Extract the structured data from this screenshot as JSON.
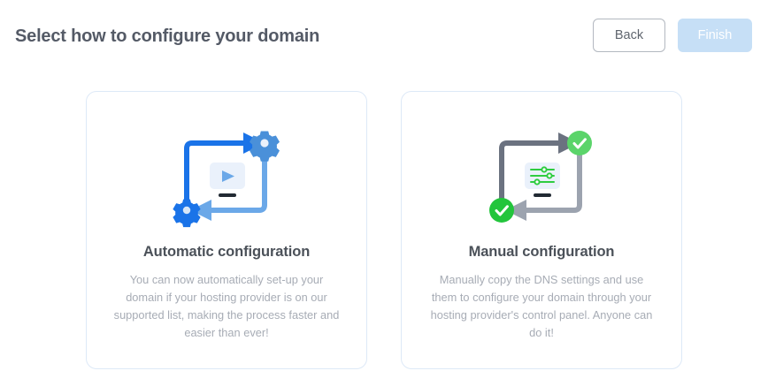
{
  "header": {
    "title": "Select how to configure your domain",
    "back_label": "Back",
    "finish_label": "Finish"
  },
  "colors": {
    "title_text": "#545a66",
    "card_border": "#dde9f7",
    "finish_bg": "#c6dff6",
    "back_border": "#b3b8c0",
    "arrow_blue_dark": "#1a73e8",
    "arrow_blue_light": "#6ba8e8",
    "gear_blue_light": "#4a90d9",
    "arrow_gray_dark": "#6b7280",
    "arrow_gray_light": "#9ca3af",
    "check_green_dark": "#23c53c",
    "check_green_light": "#5bd46a",
    "slider_green": "#2ecc40",
    "screen_bg": "#eaf1fb"
  },
  "cards": [
    {
      "id": "automatic",
      "icon": "automatic-configuration-loop-icon",
      "title": "Automatic configuration",
      "description": "You can now automatically set-up your domain if your hosting provider is on our supported list, making the process faster and easier than ever!"
    },
    {
      "id": "manual",
      "icon": "manual-configuration-loop-icon",
      "title": "Manual configuration",
      "description": "Manually copy the DNS settings and use them to configure your domain through your hosting provider's control panel. Anyone can do it!"
    }
  ]
}
